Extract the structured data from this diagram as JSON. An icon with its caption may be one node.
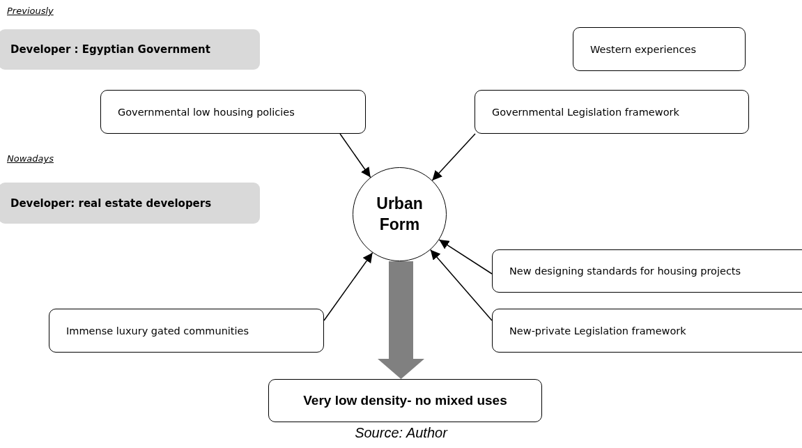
{
  "diagram": {
    "caption": "Source: Author",
    "nodes": [
      {
        "text": [
          "Developer : Egyptian Government"
        ]
      },
      {
        "text": [
          "Western experiences"
        ]
      },
      {
        "text": [
          "Governmental low housing policies"
        ]
      },
      {
        "text": [
          "Governmental Legislation framework"
        ]
      },
      {
        "text": [
          "Developer: real estate developers"
        ]
      },
      {
        "text": [
          "Urban Form"
        ]
      },
      {
        "text": [
          "New designing standards for housing projects"
        ]
      },
      {
        "text": [
          "Immense luxury gated communities"
        ]
      },
      {
        "text": [
          "New-private Legislation framework"
        ]
      },
      {
        "text": [
          "Very low density- no mixed uses"
        ]
      }
    ],
    "edges": [
      {
        "from": 2,
        "to": 5,
        "arrow": "to"
      },
      {
        "from": 3,
        "to": 5,
        "arrow": "to"
      },
      {
        "from": 6,
        "to": 5,
        "arrow": "to"
      },
      {
        "from": 7,
        "to": 5,
        "arrow": "to"
      },
      {
        "from": 8,
        "to": 5,
        "arrow": "to"
      },
      {
        "from": 5,
        "to": 9,
        "arrow": "to",
        "style": "thick",
        "color": "#808080"
      }
    ],
    "labels": [
      "Previously",
      "Nowadays"
    ]
  }
}
